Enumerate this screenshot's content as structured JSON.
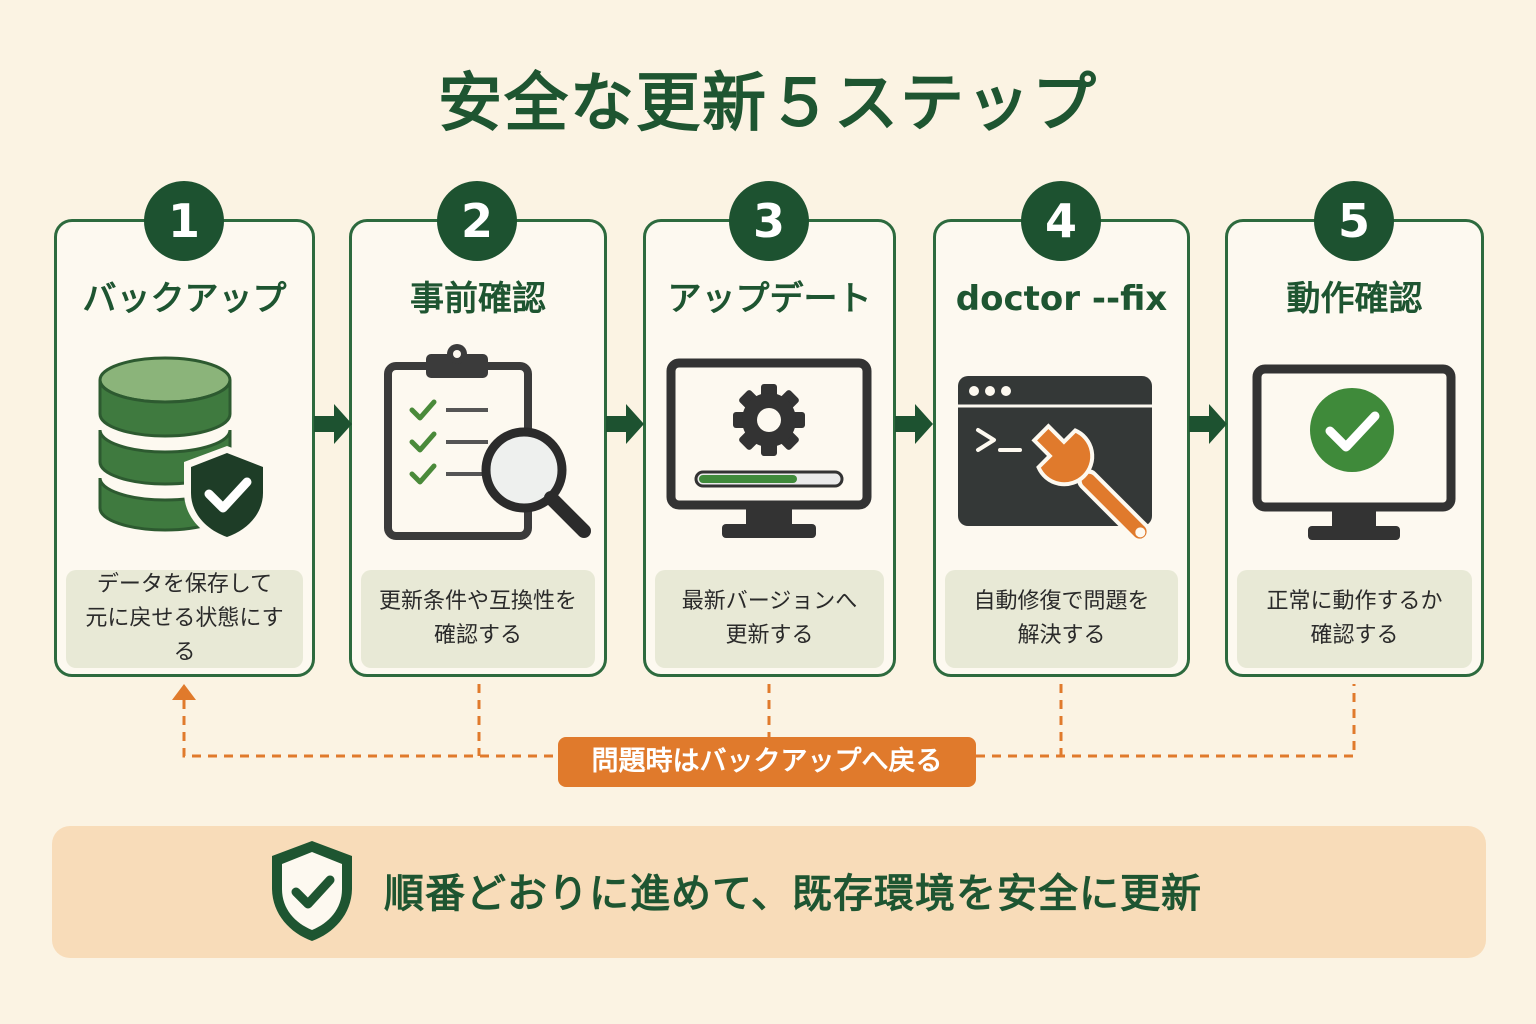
{
  "title": "安全な更新５ステップ",
  "steps": [
    {
      "number": "1",
      "title": "バックアップ",
      "desc": [
        "データを保存して",
        "元に戻せる状態にする"
      ],
      "icon": "database-shield-icon"
    },
    {
      "number": "2",
      "title": "事前確認",
      "desc": [
        "更新条件や互換性を",
        "確認する"
      ],
      "icon": "clipboard-magnifier-icon"
    },
    {
      "number": "3",
      "title": "アップデート",
      "desc": [
        "最新バージョンへ",
        "更新する"
      ],
      "icon": "monitor-gear-progress-icon"
    },
    {
      "number": "4",
      "title": "doctor --fix",
      "desc": [
        "自動修復で問題を",
        "解決する"
      ],
      "icon": "terminal-wrench-icon"
    },
    {
      "number": "5",
      "title": "動作確認",
      "desc": [
        "正常に動作するか",
        "確認する"
      ],
      "icon": "monitor-check-icon"
    }
  ],
  "rollback_note": "問題時はバックアップへ戻る",
  "summary": "順番どおりに進めて、既存環境を安全に更新",
  "colors": {
    "background": "#fbf3e3",
    "primary_green": "#1d5230",
    "accent_orange": "#e07a2c",
    "summary_bg": "#f8dcb9",
    "desc_bg": "#e8e9d6"
  }
}
